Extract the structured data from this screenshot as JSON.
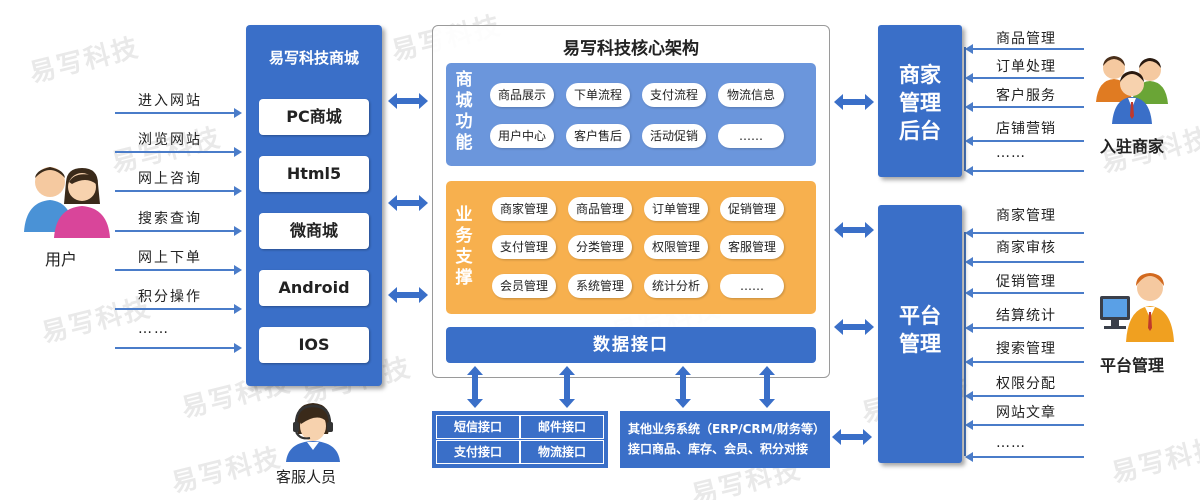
{
  "watermark": "易写科技",
  "users": {
    "label": "用户",
    "actions": [
      "进入网站",
      "浏览网站",
      "网上咨询",
      "搜索查询",
      "网上下单",
      "积分操作",
      "……"
    ]
  },
  "service": {
    "label": "客服人员"
  },
  "mall": {
    "title": "易写科技商城",
    "items": [
      "PC商城",
      "Html5",
      "微商城",
      "Android",
      "IOS"
    ]
  },
  "core": {
    "title": "易写科技核心架构",
    "features": {
      "label": [
        "商",
        "城",
        "功",
        "能"
      ],
      "chips": [
        "商品展示",
        "下单流程",
        "支付流程",
        "物流信息",
        "用户中心",
        "客户售后",
        "活动促销",
        "……"
      ]
    },
    "support": {
      "label": [
        "业",
        "务",
        "支",
        "撑"
      ],
      "chips": [
        "商家管理",
        "商品管理",
        "订单管理",
        "促销管理",
        "支付管理",
        "分类管理",
        "权限管理",
        "客服管理",
        "会员管理",
        "系统管理",
        "统计分析",
        "……"
      ]
    },
    "data_interface": "数据接口"
  },
  "interfaces": [
    "短信接口",
    "邮件接口",
    "支付接口",
    "物流接口"
  ],
  "other_systems": {
    "line1": "其他业务系统（ERP/CRM/财务等）",
    "line2": "接口商品、库存、会员、积分对接"
  },
  "merchant": {
    "panel": [
      "商家",
      "管理",
      "后台"
    ],
    "items": [
      "商品管理",
      "订单处理",
      "客户服务",
      "店铺营销",
      "……"
    ],
    "label": "入驻商家"
  },
  "platform": {
    "panel": [
      "平台",
      "管理"
    ],
    "items": [
      "商家管理",
      "商家审核",
      "促销管理",
      "结算统计",
      "搜索管理",
      "权限分配",
      "网站文章",
      "……"
    ],
    "label": "平台管理"
  },
  "colors": {
    "primary": "#3a6fc8",
    "light_blue": "#6b96dc",
    "orange": "#f7b04e",
    "line": "#4a7cc9"
  },
  "icons": [
    "users-icon",
    "headset-agent-icon",
    "merchants-icon",
    "admin-computer-icon",
    "double-arrow-icon"
  ]
}
